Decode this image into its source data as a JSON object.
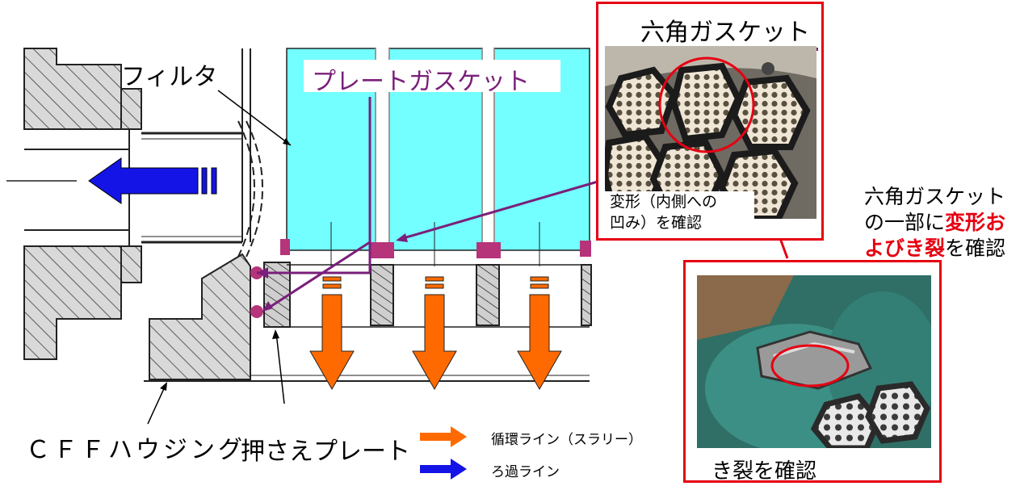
{
  "labels": {
    "filter": "フィルタ",
    "plate_gasket": "プレートガスケット",
    "hex_gasket_title": "六角ガスケット",
    "deformation": "変形（内側への凹み）を確認",
    "deformation_line1": "変形（内側への",
    "deformation_line2": "凹み）を確認",
    "note_line1": "六角ガスケット",
    "note_line2_a": "の一部に",
    "note_line2_b": "変形お",
    "note_line3_a": "よびき裂",
    "note_line3_b": "を確認",
    "crack": "き裂を確認",
    "cff_housing": "ＣＦＦハウジング",
    "press_plate": "押さえプレート"
  },
  "legend": [
    {
      "label": "循環ライン（スラリー）",
      "color": "#ff6a00"
    },
    {
      "label": "ろ過ライン",
      "color": "#1414e6"
    }
  ],
  "colors": {
    "filter_fill": "#73ffff",
    "gasket": "#b5347a",
    "accent_purple": "#7a1f7a",
    "red": "#e60012",
    "blue_arrow": "#1414e6",
    "orange_arrow": "#ff6a00"
  }
}
